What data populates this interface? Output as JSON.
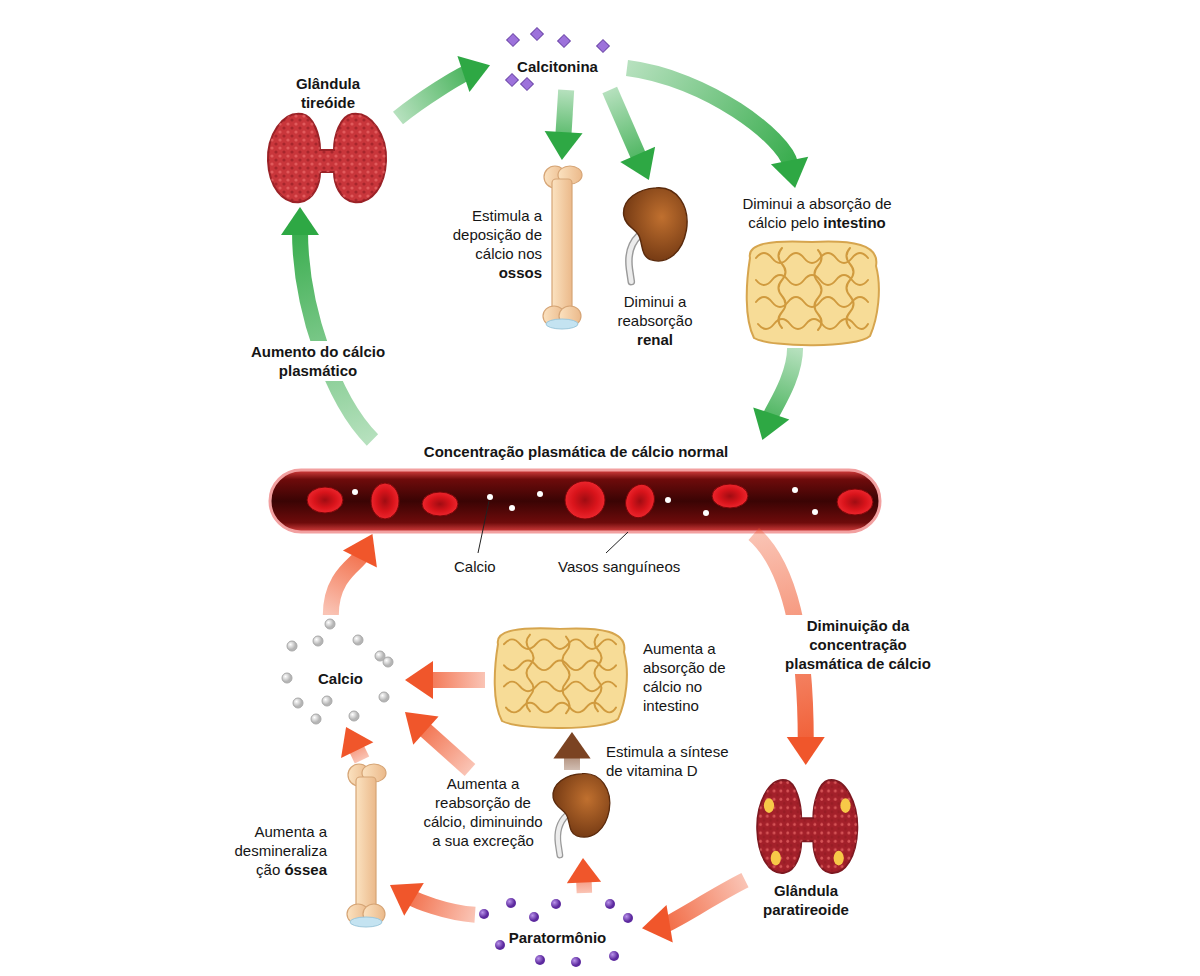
{
  "diagram": {
    "nodes": [
      {
        "text": [
          "Glândula tireóide"
        ]
      },
      {
        "text": [
          "Calcitonina"
        ]
      },
      {
        "text": [
          "Estimula a deposição de cálcio nos ossos"
        ]
      },
      {
        "text": [
          "Diminui a reabsorção renal"
        ]
      },
      {
        "text": [
          "Diminui a absorção de cálcio pelo intestino"
        ]
      },
      {
        "text": [
          "Concentração plasmática de cálcio normal"
        ]
      },
      {
        "text": [
          "Glândula paratireoide"
        ]
      },
      {
        "text": [
          "Paratormônio"
        ]
      },
      {
        "text": [
          "Aumenta a desmineraliza ção óssea"
        ]
      },
      {
        "text": [
          "Aumenta a reabsorção de cálcio, diminuindo a sua excreção"
        ]
      },
      {
        "text": [
          "Aumenta a absorção de cálcio no intestino"
        ]
      },
      {
        "text": [
          "Calcio"
        ]
      }
    ],
    "edges": [
      {
        "from": 0,
        "to": 1,
        "arrow": "to"
      },
      {
        "from": 1,
        "to": 2,
        "arrow": "to"
      },
      {
        "from": 1,
        "to": 3,
        "arrow": "to"
      },
      {
        "from": 1,
        "to": 4,
        "arrow": "to"
      },
      {
        "from": 4,
        "to": 5,
        "arrow": "to"
      },
      {
        "from": 5,
        "to": 0,
        "label": "Aumento do cálcio plasmático",
        "arrow": "to"
      },
      {
        "from": 5,
        "to": 6,
        "label": "Diminuição da concentração plasmática de cálcio",
        "arrow": "to"
      },
      {
        "from": 6,
        "to": 7,
        "arrow": "to"
      },
      {
        "from": 7,
        "to": 8,
        "arrow": "to"
      },
      {
        "from": 7,
        "to": 9,
        "arrow": "to"
      },
      {
        "from": 9,
        "to": 10,
        "label": "Estimula a síntese de vitamina D",
        "arrow": "to"
      },
      {
        "from": 10,
        "to": 11,
        "arrow": "to"
      },
      {
        "from": 9,
        "to": 11,
        "arrow": "to"
      },
      {
        "from": 8,
        "to": 11,
        "arrow": "to"
      },
      {
        "from": 11,
        "to": 5,
        "arrow": "to"
      }
    ],
    "labels": [
      "Calcio",
      "Vasos sanguíneos"
    ]
  }
}
